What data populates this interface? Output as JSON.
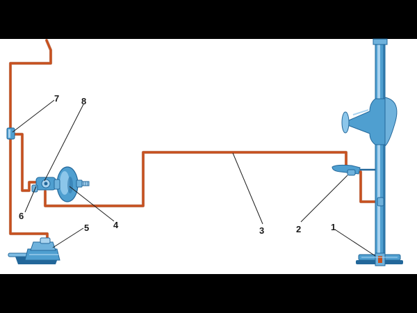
{
  "diagram": {
    "colors": {
      "background": "#ffffff",
      "frame": "#000000",
      "pipe": "#c8501e",
      "pipe_dark": "#8e3410",
      "part_blue": "#4f9fd0",
      "part_blue_dark": "#22679a",
      "part_blue_light": "#a9d3ef",
      "leader": "#1a1a1a"
    },
    "callouts": [
      {
        "id": "1",
        "label": "1"
      },
      {
        "id": "2",
        "label": "2"
      },
      {
        "id": "3",
        "label": "3"
      },
      {
        "id": "4",
        "label": "4"
      },
      {
        "id": "5",
        "label": "5"
      },
      {
        "id": "6",
        "label": "6"
      },
      {
        "id": "7",
        "label": "7"
      },
      {
        "id": "8",
        "label": "8"
      }
    ]
  }
}
